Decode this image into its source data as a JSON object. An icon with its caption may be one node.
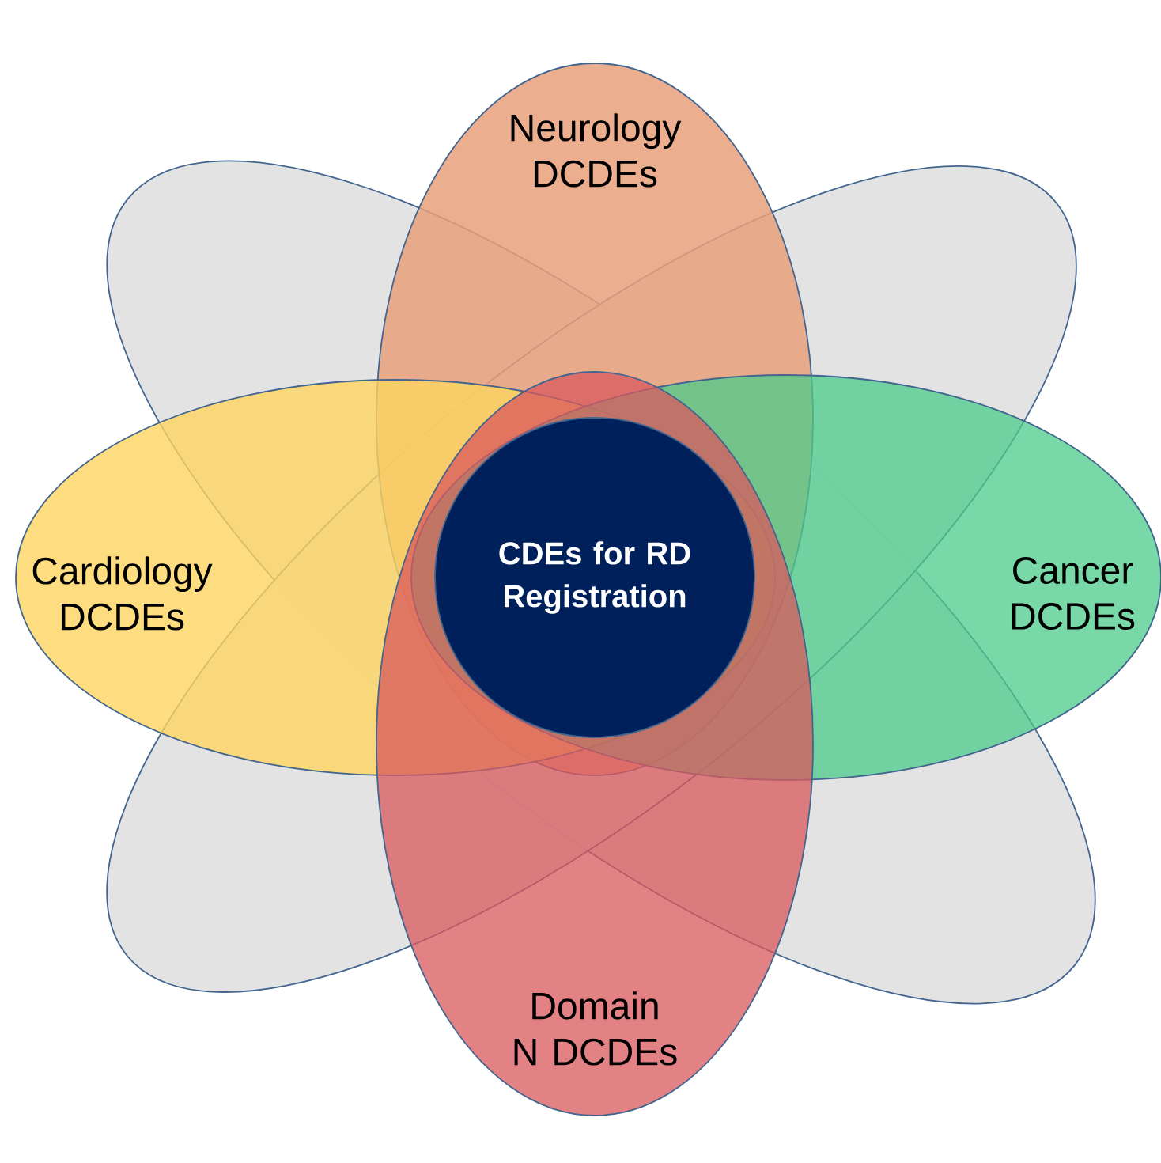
{
  "diagram": {
    "nodes": [
      {
        "text": [],
        "shape": "ellipse"
      },
      {
        "text": [],
        "shape": "ellipse"
      },
      {
        "text": [
          "Neurology DCDEs"
        ]
      },
      {
        "text": [
          "Cardiology DCDEs"
        ]
      },
      {
        "text": [
          "Cancer DCDEs"
        ]
      },
      {
        "text": [
          "Domain N DCDEs"
        ]
      },
      {
        "text": [
          "CDEs for RD Registration"
        ]
      }
    ]
  }
}
